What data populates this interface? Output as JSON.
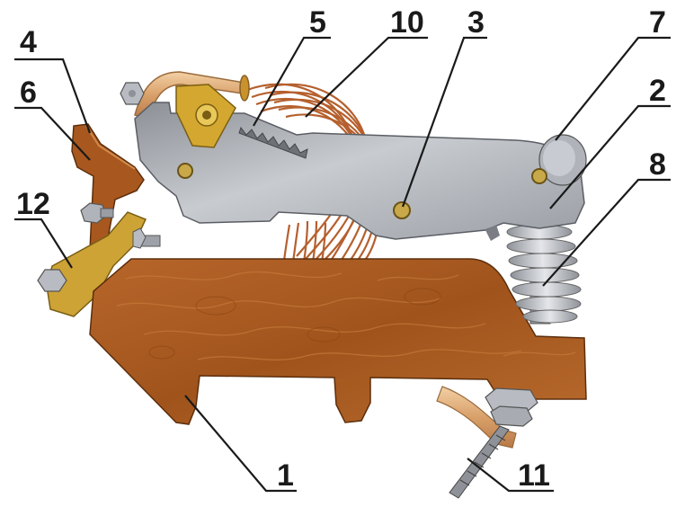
{
  "labels": {
    "l1": "1",
    "l2": "2",
    "l3": "3",
    "l4": "4",
    "l5": "5",
    "l6": "6",
    "l7": "7",
    "l8": "8",
    "l10": "10",
    "l11": "11",
    "l12": "12"
  },
  "colors": {
    "wood_body": "#a8581e",
    "steel_plate": "#a8acb2",
    "brass_part": "#d4a830",
    "copper_wire": "#c06a3a",
    "spring_steel": "#b8bcc2"
  }
}
